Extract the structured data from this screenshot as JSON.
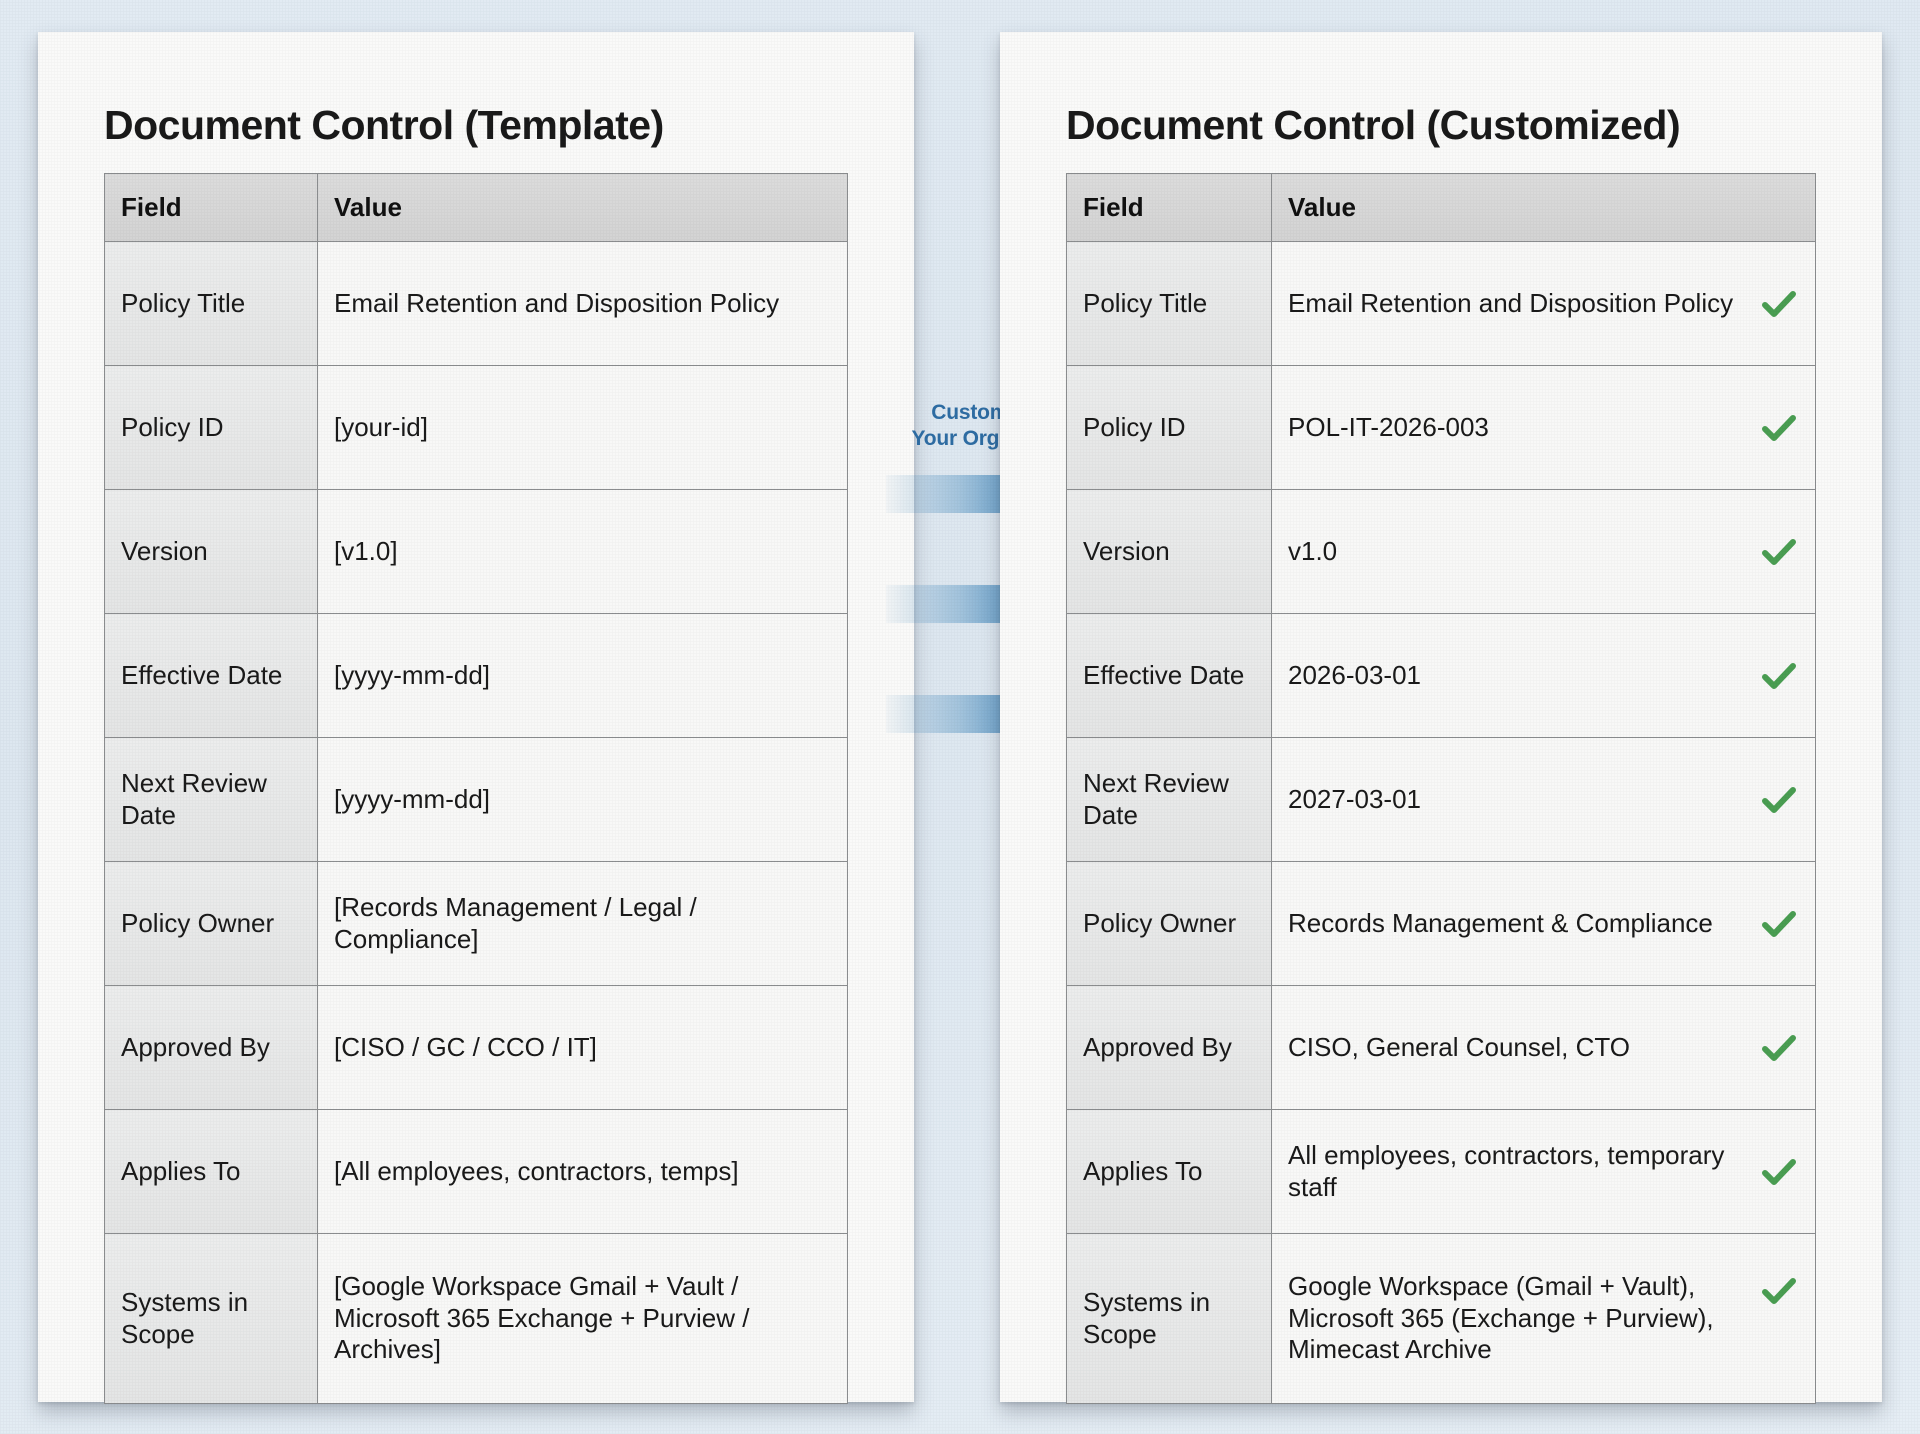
{
  "page": {
    "background_color": "#dde7f0",
    "card_color": "#fafaf9"
  },
  "template_panel": {
    "title": "Document Control (Template)",
    "columns": [
      "Field",
      "Value"
    ],
    "placeholder_color": "#b5751f",
    "rows": [
      {
        "field": "Policy Title",
        "value": "Email Retention and Disposition Policy",
        "placeholder": false
      },
      {
        "field": "Policy ID",
        "value": "[your-id]",
        "placeholder": true
      },
      {
        "field": "Version",
        "value": "[v1.0]",
        "placeholder": true
      },
      {
        "field": "Effective Date",
        "value": "[yyyy-mm-dd]",
        "placeholder": true
      },
      {
        "field": "Next Review Date",
        "value": "[yyyy-mm-dd]",
        "placeholder": true
      },
      {
        "field": "Policy Owner",
        "value": "[Records Management / Legal / Compliance]",
        "placeholder": true
      },
      {
        "field": "Approved By",
        "value": "[CISO / GC / CCO / IT]",
        "placeholder": true
      },
      {
        "field": "Applies To",
        "value": "[All employees, contractors, temps]",
        "placeholder": true
      },
      {
        "field": "Systems in Scope",
        "value": "[Google Workspace Gmail + Vault / Microsoft 365 Exchange + Purview / Archives]",
        "placeholder": true
      }
    ]
  },
  "customized_panel": {
    "title": "Document Control (Customized)",
    "columns": [
      "Field",
      "Value"
    ],
    "check_color": "#4a9e52",
    "rows": [
      {
        "field": "Policy Title",
        "value": "Email Retention and Disposition Policy",
        "checked": true
      },
      {
        "field": "Policy ID",
        "value": "POL-IT-2026-003",
        "checked": true
      },
      {
        "field": "Version",
        "value": "v1.0",
        "checked": true
      },
      {
        "field": "Effective Date",
        "value": "2026-03-01",
        "checked": true
      },
      {
        "field": "Next Review Date",
        "value": "2027-03-01",
        "checked": true
      },
      {
        "field": "Policy Owner",
        "value": "Records Management & Compliance",
        "checked": true
      },
      {
        "field": "Approved By",
        "value": "CISO, General Counsel, CTO",
        "checked": true
      },
      {
        "field": "Applies To",
        "value": "All employees, contractors, temporary staff",
        "checked": true
      },
      {
        "field": "Systems in Scope",
        "value": "Google Workspace (Gmail + Vault), Microsoft 365 (Exchange + Purview), Mimecast Archive",
        "checked": true
      }
    ]
  },
  "transform": {
    "label_line1": "Customize for",
    "label_line2": "Your Organization",
    "label_color": "#2e6da4",
    "arrow_color": "#2f7cb5",
    "arrow_count": 3
  }
}
